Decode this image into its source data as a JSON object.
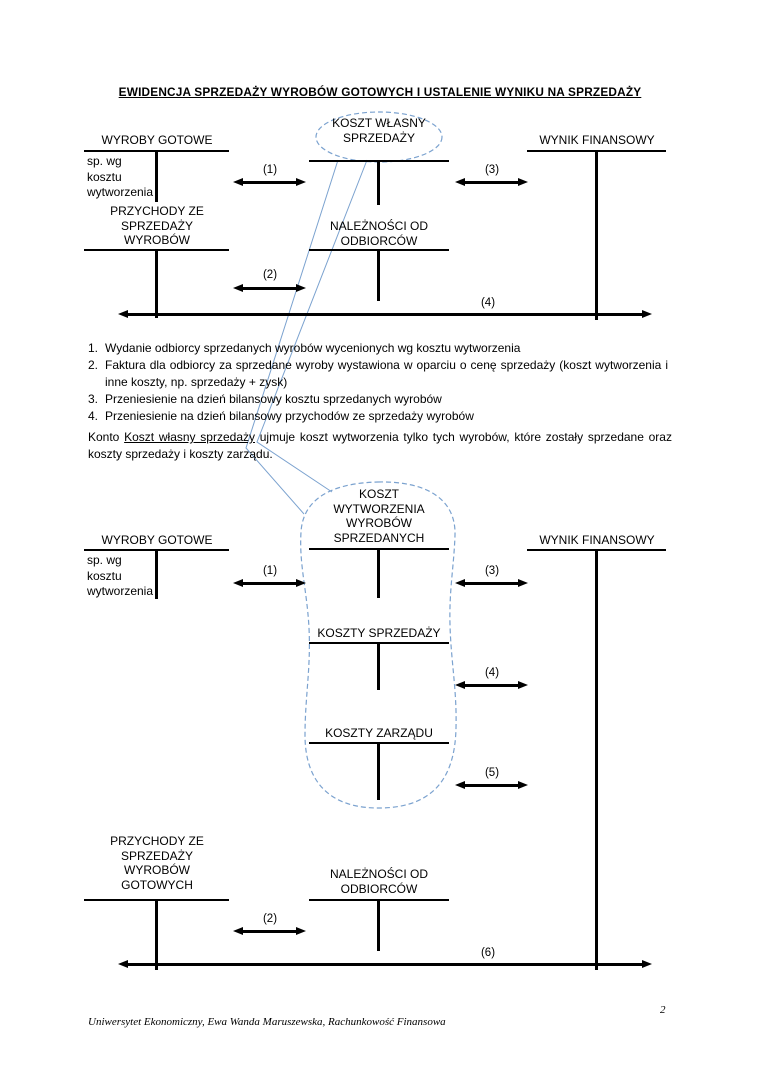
{
  "colors": {
    "callout": "#7ba2cf"
  },
  "page": {
    "title": "EWIDENCJA SPRZEDAŻY WYROBÓW GOTOWYCH I USTALENIE WYNIKU NA SPRZEDAŻY",
    "number": "2",
    "footer": "Uniwersytet Ekonomiczny, Ewa Wanda Maruszewska, Rachunkowość Finansowa"
  },
  "diagram1": {
    "accounts": {
      "wyroby_gotowe": "WYROBY GOTOWE",
      "koszt_wlasny_sprzedazy": "KOSZT WŁASNY SPRZEDAŻY",
      "wynik_finansowy": "WYNIK FINANSOWY",
      "przychody_ze_sprzedazy_wyrobow": "PRZYCHODY ZE SPRZEDAŻY WYROBÓW",
      "naleznosci_od_odbiorcow": "NALEŻNOŚCI OD ODBIORCÓW"
    },
    "opening_note": "sp. wg kosztu wytworzenia",
    "arrow_labels": {
      "a1": "(1)",
      "a2": "(2)",
      "a3": "(3)",
      "a4": "(4)"
    }
  },
  "notes": {
    "items": [
      {
        "num": "1.",
        "text": "Wydanie odbiorcy sprzedanych wyrobów wycenionych wg kosztu wytworzenia"
      },
      {
        "num": "2.",
        "text": "Faktura dla odbiorcy za sprzedane wyroby wystawiona w oparciu o cenę sprzedaży (koszt wytworzenia i inne koszty, np. sprzedaży + zysk)"
      },
      {
        "num": "3.",
        "text": "Przeniesienie na dzień bilansowy kosztu sprzedanych wyrobów"
      },
      {
        "num": "4.",
        "text": "Przeniesienie na dzień bilansowy przychodów ze sprzedaży wyrobów"
      }
    ]
  },
  "paragraph": {
    "prefix": "Konto ",
    "underlined": "Koszt własny sprzedaży",
    "suffix": " ujmuje koszt wytworzenia tylko tych wyrobów, które zostały sprzedane oraz koszty sprzedaży i koszty zarządu."
  },
  "diagram2": {
    "accounts": {
      "wyroby_gotowe": "WYROBY GOTOWE",
      "koszt_wytworzenia_wyrobow_sprzedanych": "KOSZT WYTWORZENIA WYROBÓW SPRZEDANYCH",
      "wynik_finansowy": "WYNIK FINANSOWY",
      "koszty_sprzedazy": "KOSZTY SPRZEDAŻY",
      "koszty_zarzadu": "KOSZTY ZARZĄDU",
      "przychody_ze_sprzedazy_wyrobow_gotowych": "PRZYCHODY ZE SPRZEDAŻY WYROBÓW GOTOWYCH",
      "naleznosci_od_odbiorcow": "NALEŻNOŚCI OD ODBIORCÓW"
    },
    "opening_note": "sp. wg kosztu wytworzenia",
    "arrow_labels": {
      "a1": "(1)",
      "a2": "(2)",
      "a3": "(3)",
      "a4": "(4)",
      "a5": "(5)",
      "a6": "(6)"
    }
  }
}
